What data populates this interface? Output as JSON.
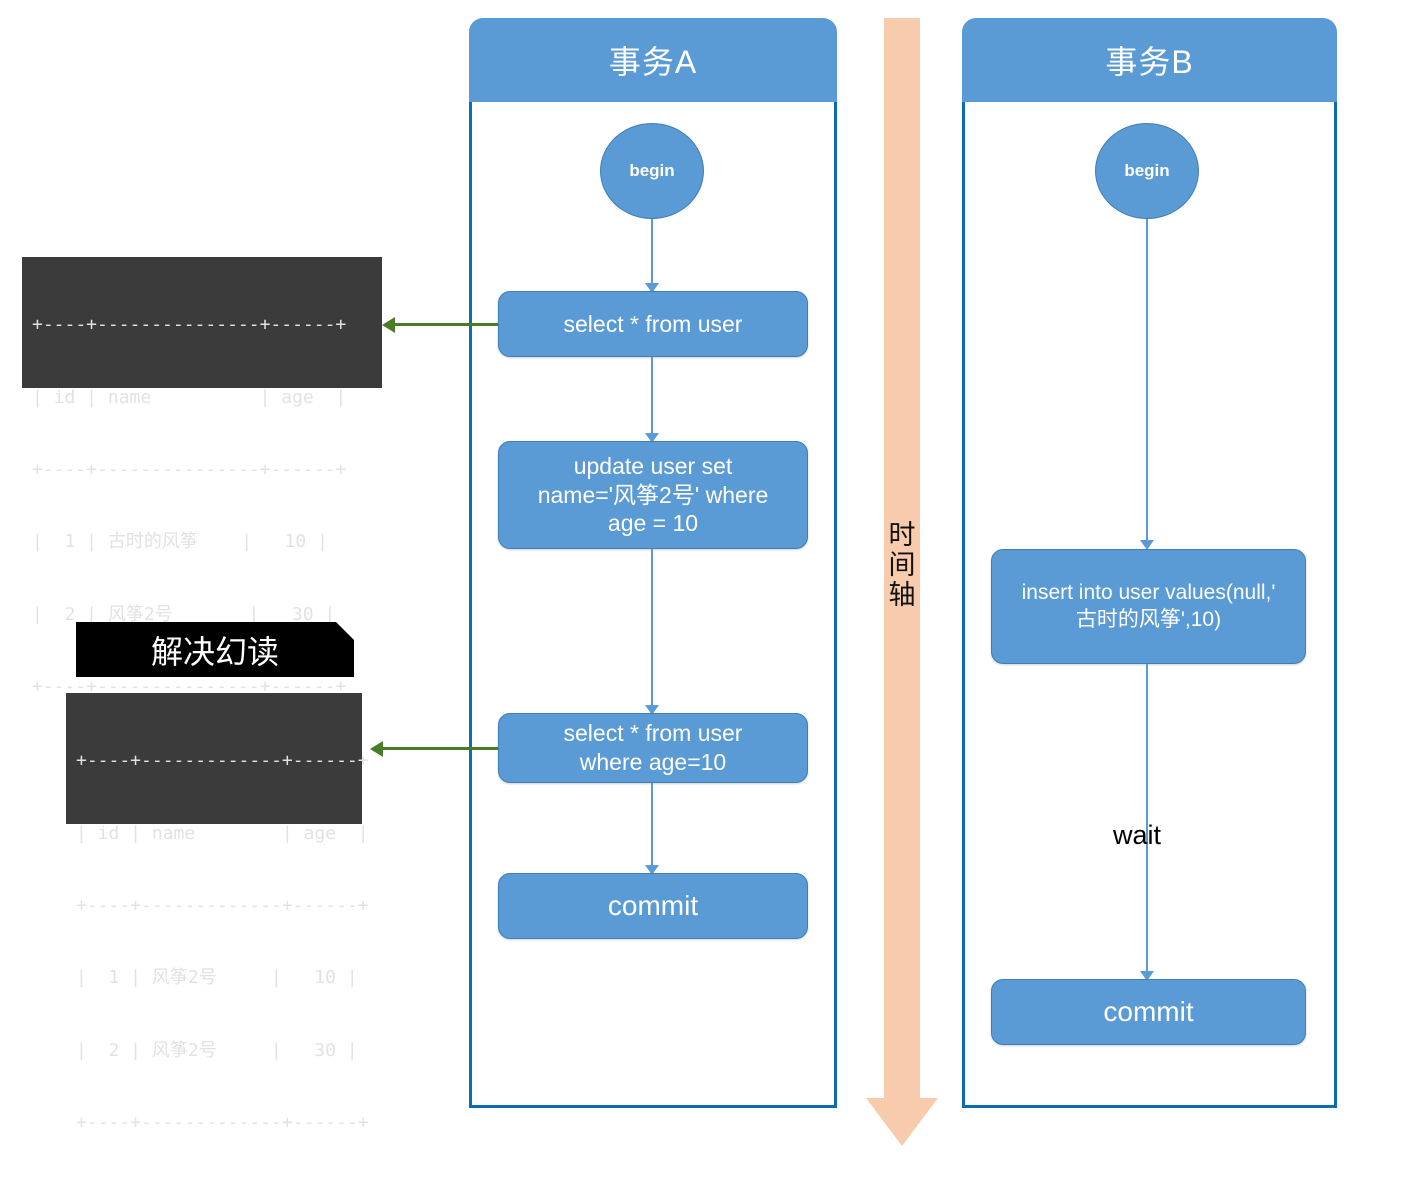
{
  "diagram": {
    "title_a": "事务A",
    "title_b": "事务B",
    "time_axis": {
      "chars": [
        "时",
        "间",
        "轴"
      ],
      "color": "#f7cbac"
    },
    "wait_label": "wait",
    "colors": {
      "node_fill": "#5b9bd5",
      "node_border": "#3f7fb8",
      "lane_border": "#0b6cb3",
      "callout_arrow": "#4a7b28",
      "console_bg": "#3b3b3b",
      "console_text": "#e2e2e2",
      "banner_bg": "#000000"
    }
  },
  "transaction_a": {
    "header": "事务A",
    "begin": "begin",
    "steps": [
      {
        "id": "select-all",
        "label": "select * from user"
      },
      {
        "id": "update",
        "label": "update user set name='风筝2号' where age = 10"
      },
      {
        "id": "select-age",
        "label": "select * from user where age=10"
      },
      {
        "id": "commit",
        "label": "commit"
      }
    ],
    "step_lines": {
      "update": [
        "update user set",
        "name='风筝2号' where",
        "age = 10"
      ],
      "select_age": [
        "select * from user",
        "where age=10"
      ]
    }
  },
  "transaction_b": {
    "header": "事务B",
    "begin": "begin",
    "steps": [
      {
        "id": "insert",
        "label": "insert into user values(null,'古时的风筝',10)"
      },
      {
        "id": "commit",
        "label": "commit"
      }
    ],
    "step_lines": {
      "insert": [
        "insert into user values(null,'",
        "古时的风筝',10)"
      ]
    }
  },
  "console_top": {
    "rule_top": "+----+---------------+------+",
    "header_row": "| id | name          | age  |",
    "rule_mid": "+----+---------------+------+",
    "rows": [
      "|  1 | 古时的风筝    |   10 |",
      "|  2 | 风筝2号       |   30 |"
    ],
    "rule_bottom": "+----+---------------+------+",
    "columns": [
      "id",
      "name",
      "age"
    ],
    "data": [
      {
        "id": "1",
        "name": "古时的风筝",
        "age": "10"
      },
      {
        "id": "2",
        "name": "风筝2号",
        "age": "30"
      }
    ]
  },
  "console_bottom": {
    "banner": "解决幻读",
    "rule_top": "+----+-------------+------+",
    "header_row": "| id | name        | age  |",
    "rule_mid": "+----+-------------+------+",
    "rows": [
      "|  1 | 风筝2号     |   10 |",
      "|  2 | 风筝2号     |   30 |"
    ],
    "rule_bottom": "+----+-------------+------+",
    "columns": [
      "id",
      "name",
      "age"
    ],
    "data": [
      {
        "id": "1",
        "name": "风筝2号",
        "age": "10"
      },
      {
        "id": "2",
        "name": "风筝2号",
        "age": "30"
      }
    ]
  }
}
